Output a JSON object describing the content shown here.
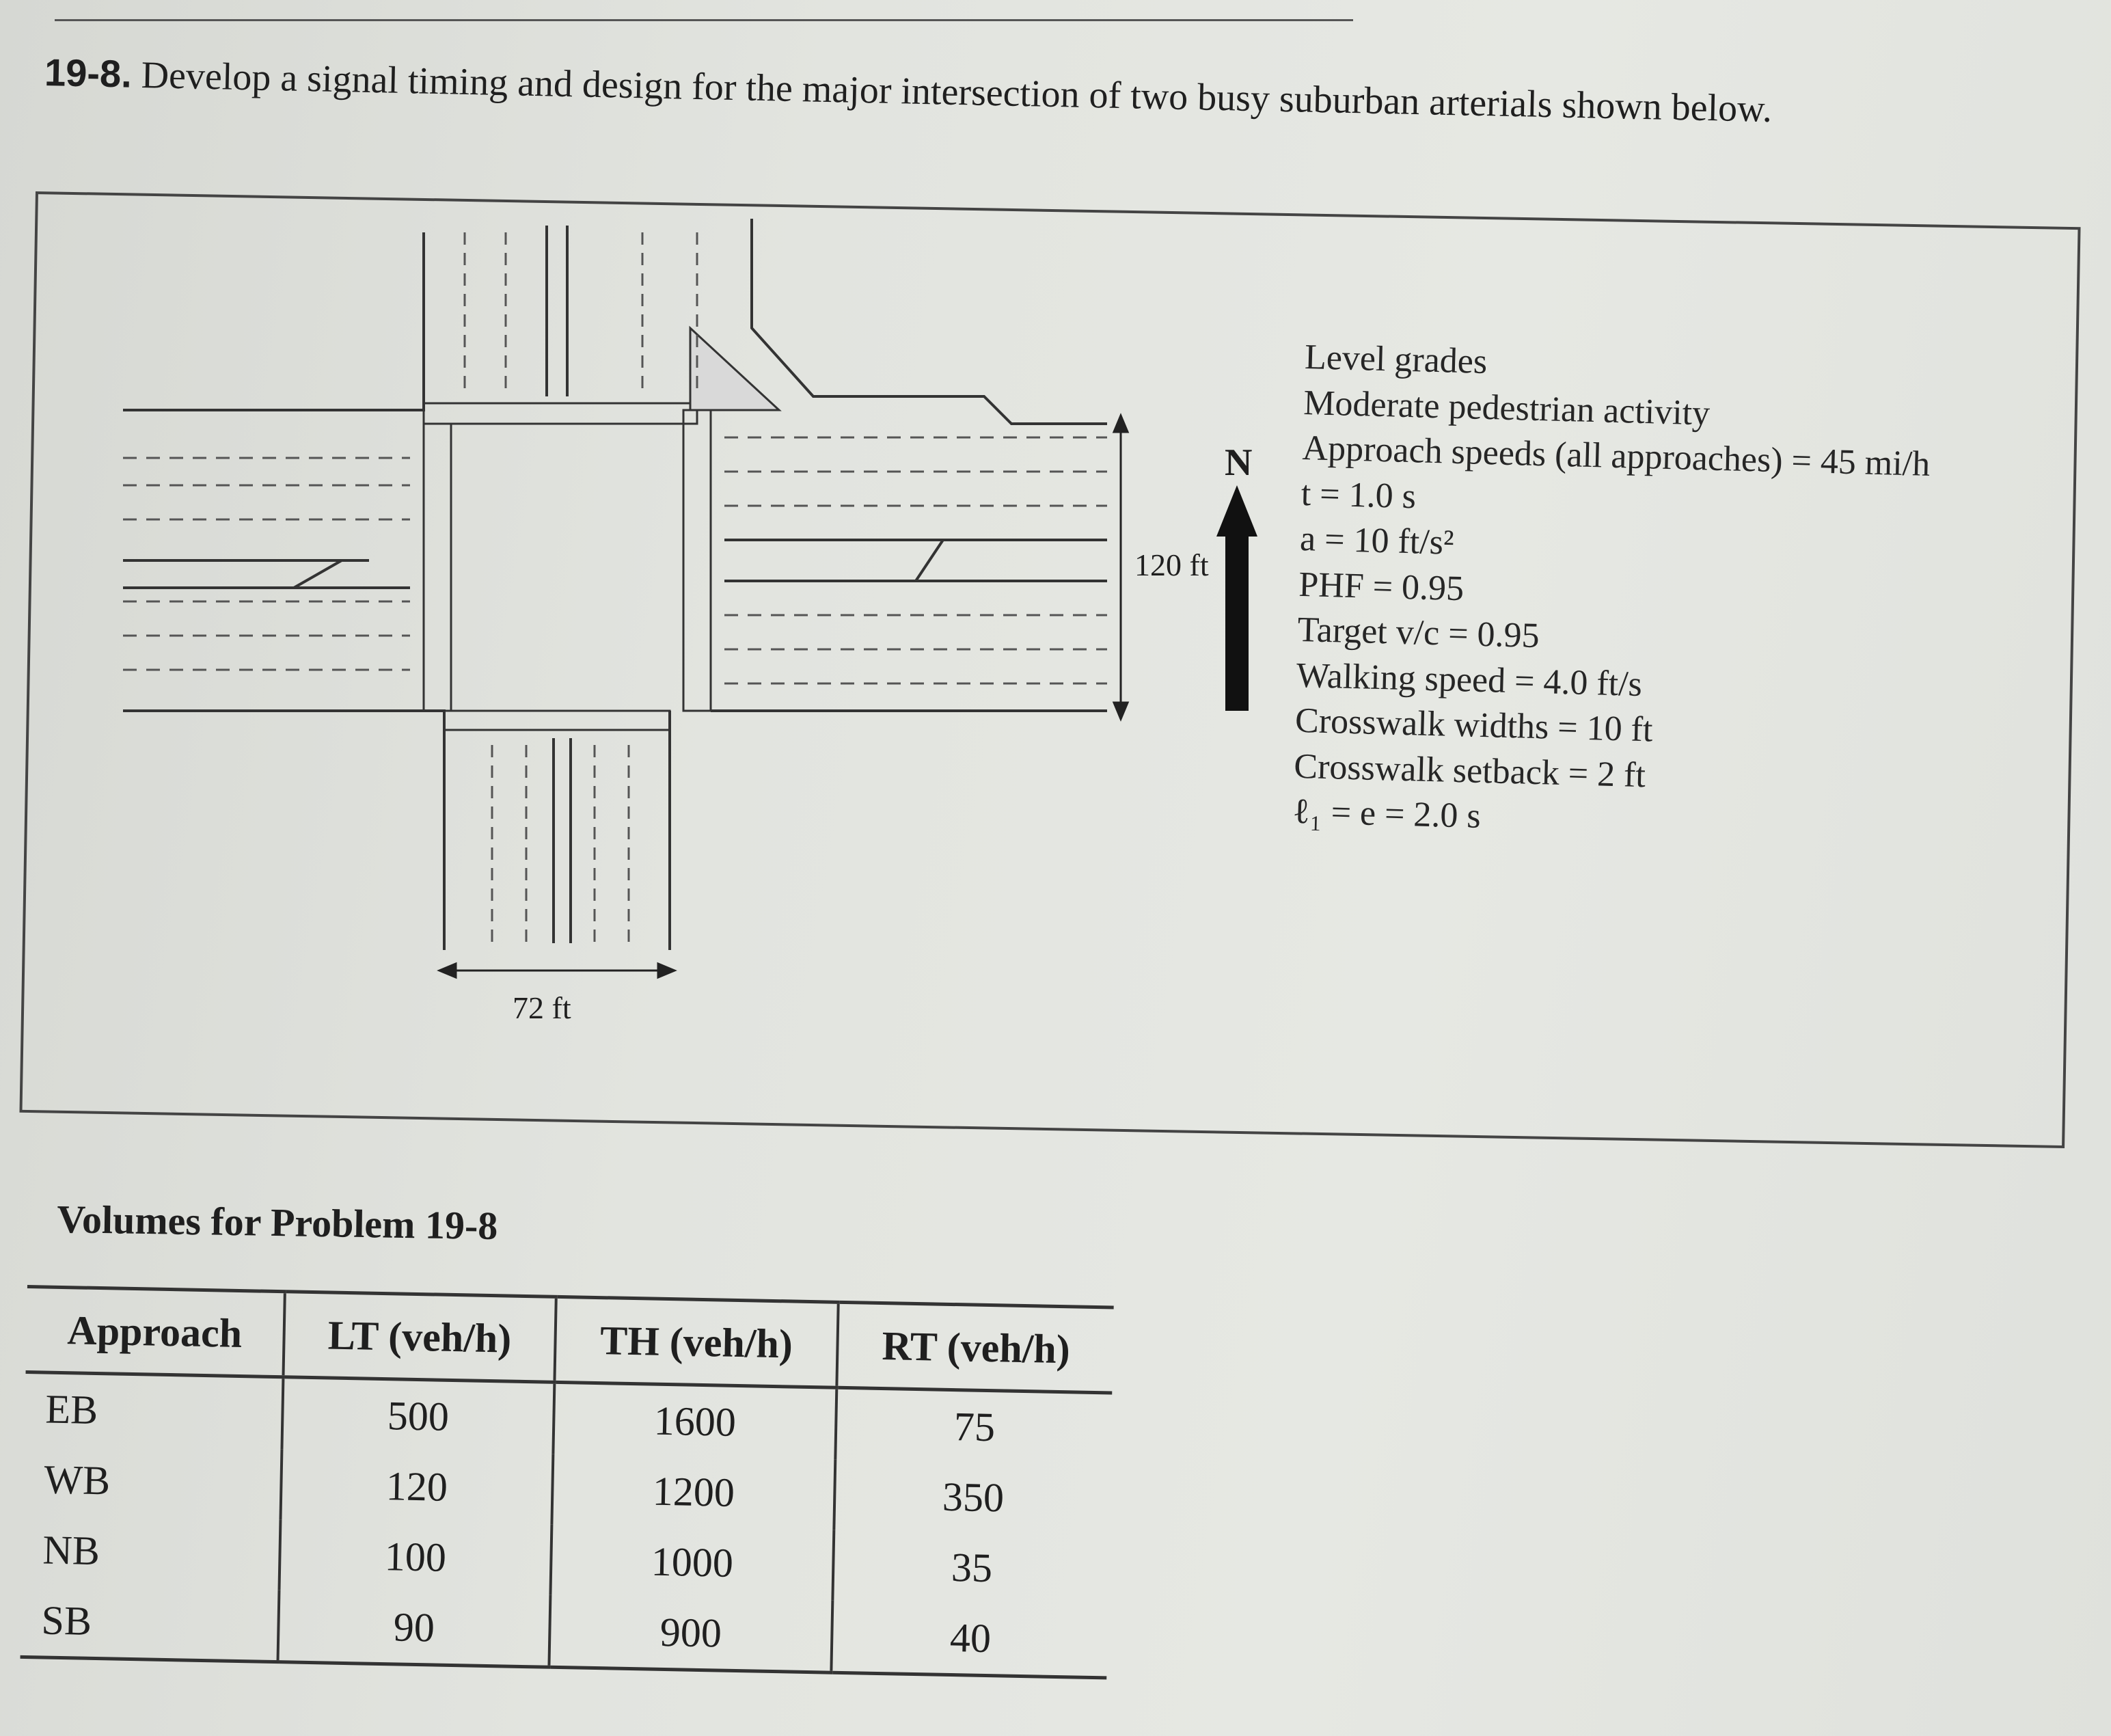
{
  "problem": {
    "number": "19-8.",
    "text": "Develop a signal timing and design for the major intersection of two busy suburban arterials shown below."
  },
  "diagram": {
    "dimension_ns": "120 ft",
    "dimension_ew": "72 ft",
    "north_label": "N"
  },
  "notes": [
    "Level grades",
    "Moderate pedestrian activity",
    "Approach speeds (all approaches) = 45 mi/h",
    "t = 1.0 s",
    "a = 10 ft/s²",
    "PHF = 0.95",
    "Target v/c = 0.95",
    "Walking speed = 4.0 ft/s",
    "Crosswalk widths = 10 ft",
    "Crosswalk setback = 2 ft",
    "ℓ₁ = e = 2.0 s"
  ],
  "table": {
    "title": "Volumes for Problem 19-8",
    "headers": [
      "Approach",
      "LT (veh/h)",
      "TH (veh/h)",
      "RT (veh/h)"
    ],
    "rows": [
      [
        "EB",
        "500",
        "1600",
        "75"
      ],
      [
        "WB",
        "120",
        "1200",
        "350"
      ],
      [
        "NB",
        "100",
        "1000",
        "35"
      ],
      [
        "SB",
        "90",
        "900",
        "40"
      ]
    ]
  }
}
